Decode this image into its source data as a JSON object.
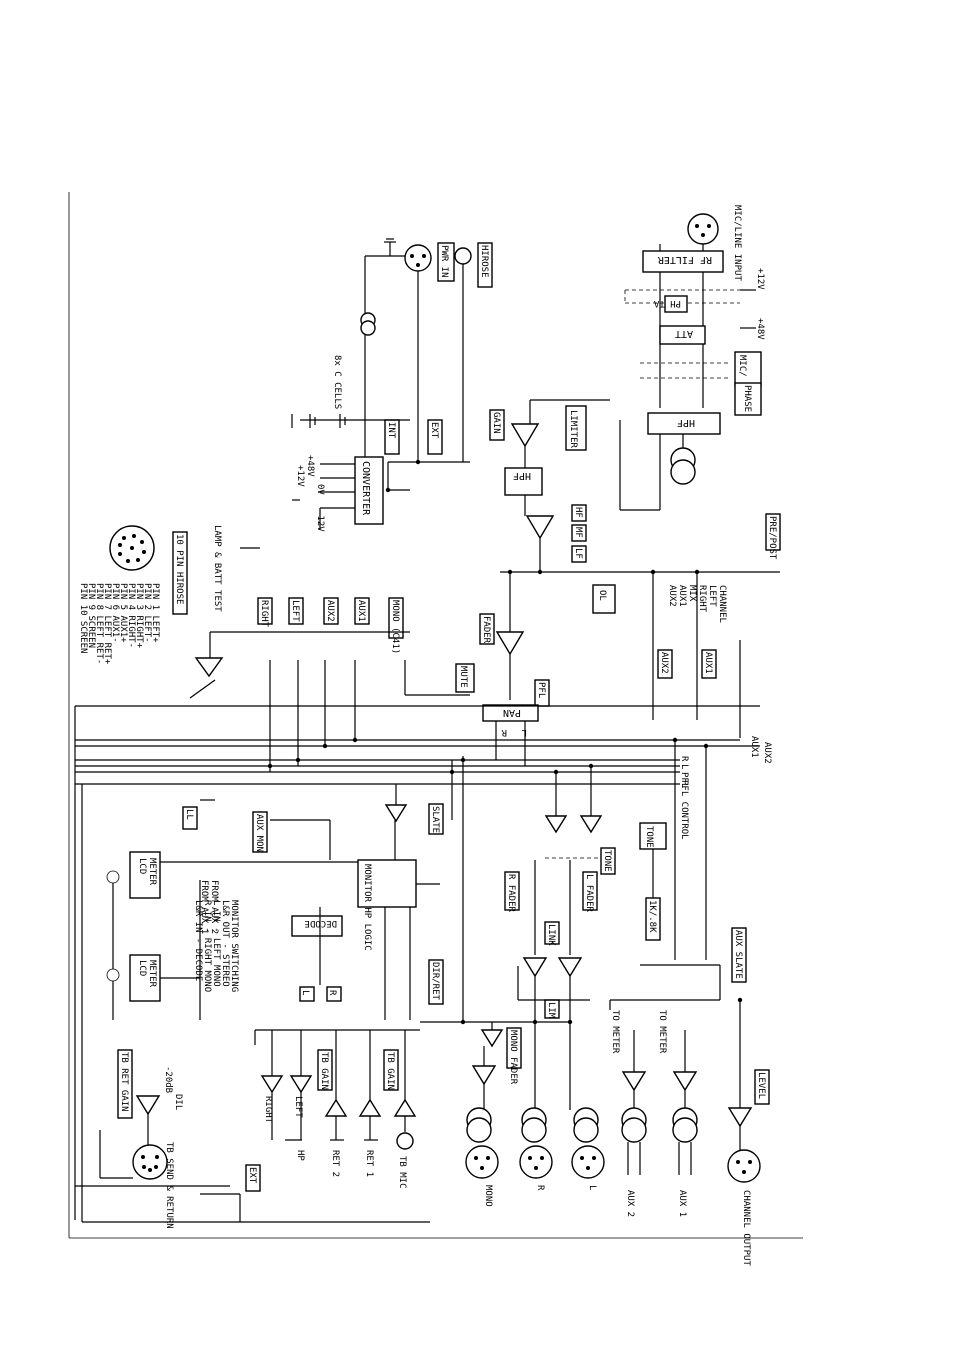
{
  "diagram": {
    "blocks": {
      "rf_filter": "RF FILTER",
      "mic_line_input": "MIC/LINE INPUT",
      "att": "ATT",
      "ph_ta": "PH TA",
      "mic_line": "MIC/ LINE",
      "phase": "PHASE",
      "hpf_input": "HPF",
      "limiter": "LIMITER",
      "gain": "GAIN",
      "hpf_eq": "HPF",
      "hf": "HF",
      "mf": "MF",
      "lf": "LF",
      "ol": "OL",
      "fader": "FADER",
      "mute": "MUTE",
      "pan": "PAN",
      "pfl": "PFL",
      "pre_post": "PRE/POST",
      "channel_sel": "CHANNEL",
      "left": "LEFT",
      "right": "RIGHT",
      "mix": "MIX",
      "aux1_opt": "AUX1",
      "aux2_opt": "AUX2",
      "aux1_box": "AUX1",
      "aux2_box": "AUX2",
      "converter": "CONVERTER",
      "int": "INT",
      "ext": "EXT",
      "pwr_in": "PWR IN",
      "hirose": "HIROSE",
      "cells": "8x C CELLS",
      "v48": "+48V",
      "v12p": "+12V",
      "v0": "0V",
      "v12m": "-12V",
      "lamp_batt": "LAMP & BATT TEST",
      "hirose10": "10 PIN HIROSE",
      "right_box": "RIGHT",
      "left_box": "LEFT",
      "aux2_sel": "AUX2",
      "aux1_sel": "AUX1",
      "mono_c41": "MONO (C41)",
      "pin_list": [
        "PIN 1 LEFT+",
        "PIN 2 LEFT-",
        "PIN 3 RIGHT+",
        "PIN 4 RIGHT-",
        "PIN 5 AUX1+",
        "PIN 6 AUX1-",
        "PIN 7 LEFT RET+",
        "PIN 8 LEFT RET-",
        "PIN 9 SCREEN",
        "PIN 10 SCREEN"
      ],
      "monitor_logic": "MONITOR HP LOGIC",
      "decode": "DECODE",
      "aux_mon": "AUX MON",
      "lcd_meter_1": "LCD METER",
      "lcd_meter_2": "LCD METER",
      "lcd_lbl": "LCD",
      "meter_lbl": "METER",
      "ll": "LL",
      "slate": "SLATE",
      "dir_ret": "DIR/RET",
      "tone": "TONE",
      "tone_sw": "TONE",
      "tone_freq": "1K/.8K",
      "aux_slate": "AUX SLATE",
      "r_fader": "R FADER",
      "l_fader": "L FADER",
      "link": "LINK",
      "lim": "LIM",
      "mono_fader": "MONO FADER",
      "tb_gain_1": "TB GAIN",
      "tb_gain_2": "TB GAIN",
      "tb_ret_gain": "TB RET GAIN",
      "level": "LEVEL",
      "from_aux1": "FROM AUX 1",
      "from_aux2": "FROM AUX 2",
      "monitor_switching": [
        "MONITOR SWITCHING",
        "L&R OUT - STEREO",
        "L IN - LEFT MONO",
        "R IN - RIGHT MONO",
        "L&R IN - DECODE"
      ],
      "l_small": "L",
      "r_small": "R",
      "to_meter_1": "TO METER",
      "to_meter_2": "TO METER",
      "ext_tb": "EXT",
      "minus20db": "-20dB",
      "dil": "DIL"
    },
    "buses": {
      "aux1": "AUX1",
      "aux2": "AUX2",
      "l": "L",
      "r": "R",
      "pfl": "PFL",
      "pfl_control": "PFL CONTROL"
    },
    "outputs": {
      "mono": "MONO",
      "r": "R",
      "l": "L",
      "aux2": "AUX 2",
      "aux1": "AUX 1",
      "channel_output": "CHANNEL OUTPUT",
      "tb_mic": "TB MIC",
      "ret1": "RET 1",
      "ret2": "RET 2",
      "hp": "HP",
      "tb_send_return": "TB SEND & RETURN",
      "right": "RIGHT",
      "left": "LEFT"
    },
    "pan_lr": {
      "r": "R",
      "l": "L"
    }
  }
}
